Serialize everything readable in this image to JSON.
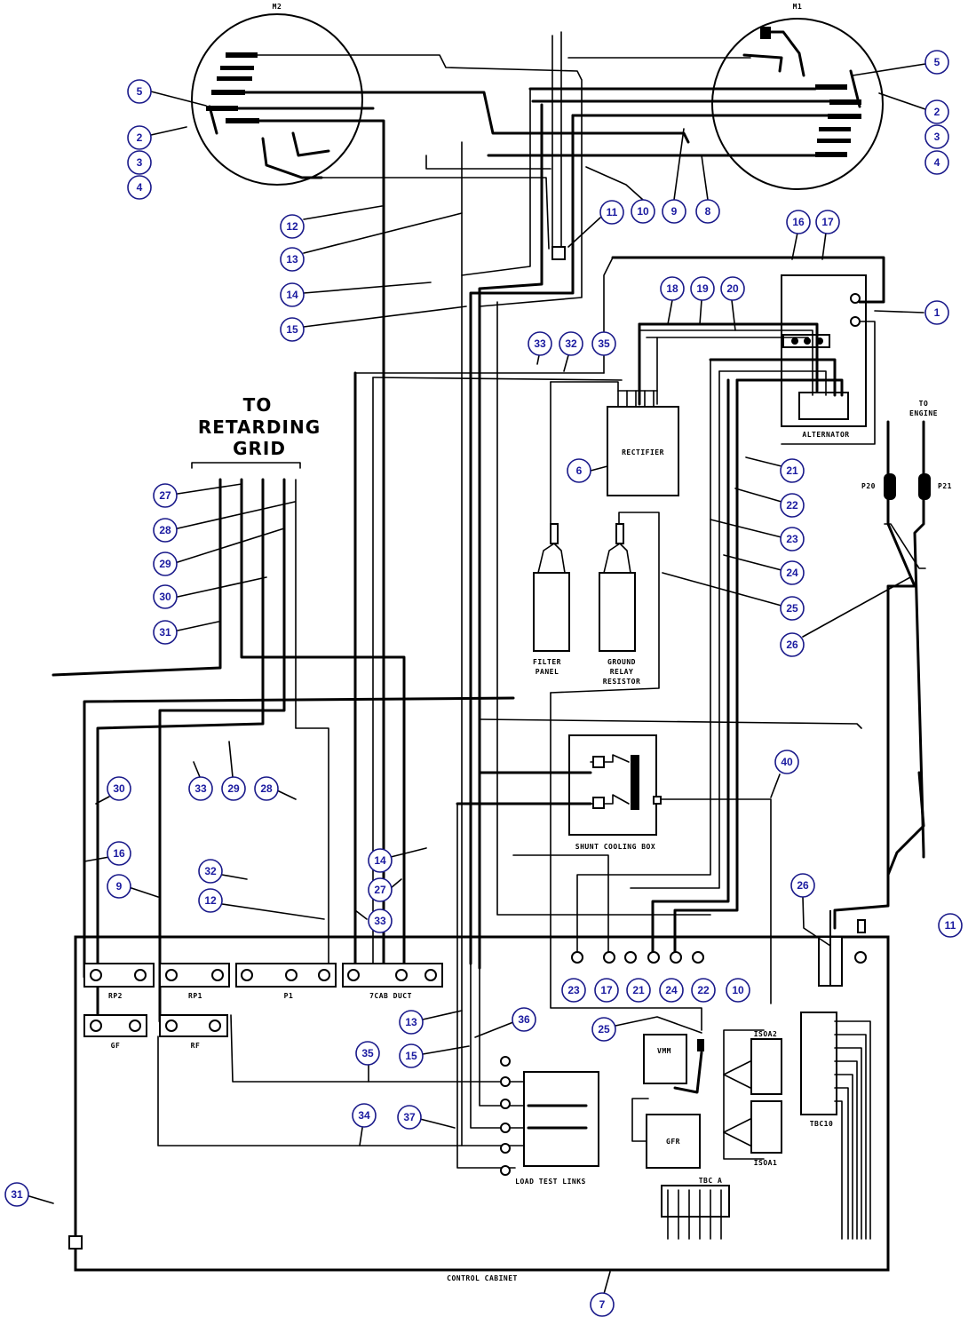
{
  "labels": {
    "m2": "M2",
    "m1": "M1",
    "to_retarding_grid": [
      "TO",
      "RETARDING",
      "GRID"
    ],
    "to_engine": [
      "TO",
      "ENGINE"
    ],
    "rectifier": "RECTIFIER",
    "alternator": "ALTERNATOR",
    "filter_panel": [
      "FILTER",
      "PANEL"
    ],
    "ground_relay_resistor": [
      "GROUND",
      "RELAY",
      "RESISTOR"
    ],
    "shunt_cooling_box": "SHUNT COOLING BOX",
    "load_test_links": "LOAD TEST LINKS",
    "control_cabinet": "CONTROL CABINET",
    "rp2": "RP2",
    "rp1": "RP1",
    "p1": "P1",
    "cab_duct": "7CAB DUCT",
    "gf": "GF",
    "rf": "RF",
    "vmm": "VMM",
    "gfr": "GFR",
    "isoa2": "ISOA2",
    "isoa1": "ISOA1",
    "tbc10": "TBC10",
    "tbc_a": "TBC A",
    "p20": "P20",
    "p21": "P21"
  },
  "callouts": [
    {
      "id": "c5l",
      "num": "5"
    },
    {
      "id": "c2l",
      "num": "2"
    },
    {
      "id": "c3l",
      "num": "3"
    },
    {
      "id": "c4l",
      "num": "4"
    },
    {
      "id": "c5r",
      "num": "5"
    },
    {
      "id": "c2r",
      "num": "2"
    },
    {
      "id": "c3r",
      "num": "3"
    },
    {
      "id": "c4r",
      "num": "4"
    },
    {
      "id": "c10a",
      "num": "10"
    },
    {
      "id": "c9a",
      "num": "9"
    },
    {
      "id": "c8a",
      "num": "8"
    },
    {
      "id": "c11a",
      "num": "11"
    },
    {
      "id": "c12a",
      "num": "12"
    },
    {
      "id": "c13a",
      "num": "13"
    },
    {
      "id": "c14a",
      "num": "14"
    },
    {
      "id": "c15a",
      "num": "15"
    },
    {
      "id": "c16a",
      "num": "16"
    },
    {
      "id": "c17a",
      "num": "17"
    },
    {
      "id": "c1",
      "num": "1"
    },
    {
      "id": "c18",
      "num": "18"
    },
    {
      "id": "c19",
      "num": "19"
    },
    {
      "id": "c20",
      "num": "20"
    },
    {
      "id": "c33a",
      "num": "33"
    },
    {
      "id": "c32a",
      "num": "32"
    },
    {
      "id": "c35a",
      "num": "35"
    },
    {
      "id": "c6",
      "num": "6"
    },
    {
      "id": "c21a",
      "num": "21"
    },
    {
      "id": "c22a",
      "num": "22"
    },
    {
      "id": "c23a",
      "num": "23"
    },
    {
      "id": "c24a",
      "num": "24"
    },
    {
      "id": "c25a",
      "num": "25"
    },
    {
      "id": "c26a",
      "num": "26"
    },
    {
      "id": "c27a",
      "num": "27"
    },
    {
      "id": "c28a",
      "num": "28"
    },
    {
      "id": "c29a",
      "num": "29"
    },
    {
      "id": "c30a",
      "num": "30"
    },
    {
      "id": "c31a",
      "num": "31"
    },
    {
      "id": "c30b",
      "num": "30"
    },
    {
      "id": "c33b",
      "num": "33"
    },
    {
      "id": "c29b",
      "num": "29"
    },
    {
      "id": "c28b",
      "num": "28"
    },
    {
      "id": "c16b",
      "num": "16"
    },
    {
      "id": "c9b",
      "num": "9"
    },
    {
      "id": "c32b",
      "num": "32"
    },
    {
      "id": "c12b",
      "num": "12"
    },
    {
      "id": "c14b",
      "num": "14"
    },
    {
      "id": "c27b",
      "num": "27"
    },
    {
      "id": "c33c",
      "num": "33"
    },
    {
      "id": "c40",
      "num": "40"
    },
    {
      "id": "c26b",
      "num": "26"
    },
    {
      "id": "c11b",
      "num": "11"
    },
    {
      "id": "c23b",
      "num": "23"
    },
    {
      "id": "c17b",
      "num": "17"
    },
    {
      "id": "c21b",
      "num": "21"
    },
    {
      "id": "c24b",
      "num": "24"
    },
    {
      "id": "c22b",
      "num": "22"
    },
    {
      "id": "c10b",
      "num": "10"
    },
    {
      "id": "c13b",
      "num": "13"
    },
    {
      "id": "c36",
      "num": "36"
    },
    {
      "id": "c15b",
      "num": "15"
    },
    {
      "id": "c25b",
      "num": "25"
    },
    {
      "id": "c35b",
      "num": "35"
    },
    {
      "id": "c34",
      "num": "34"
    },
    {
      "id": "c37",
      "num": "37"
    },
    {
      "id": "c31b",
      "num": "31"
    },
    {
      "id": "c7",
      "num": "7"
    }
  ]
}
